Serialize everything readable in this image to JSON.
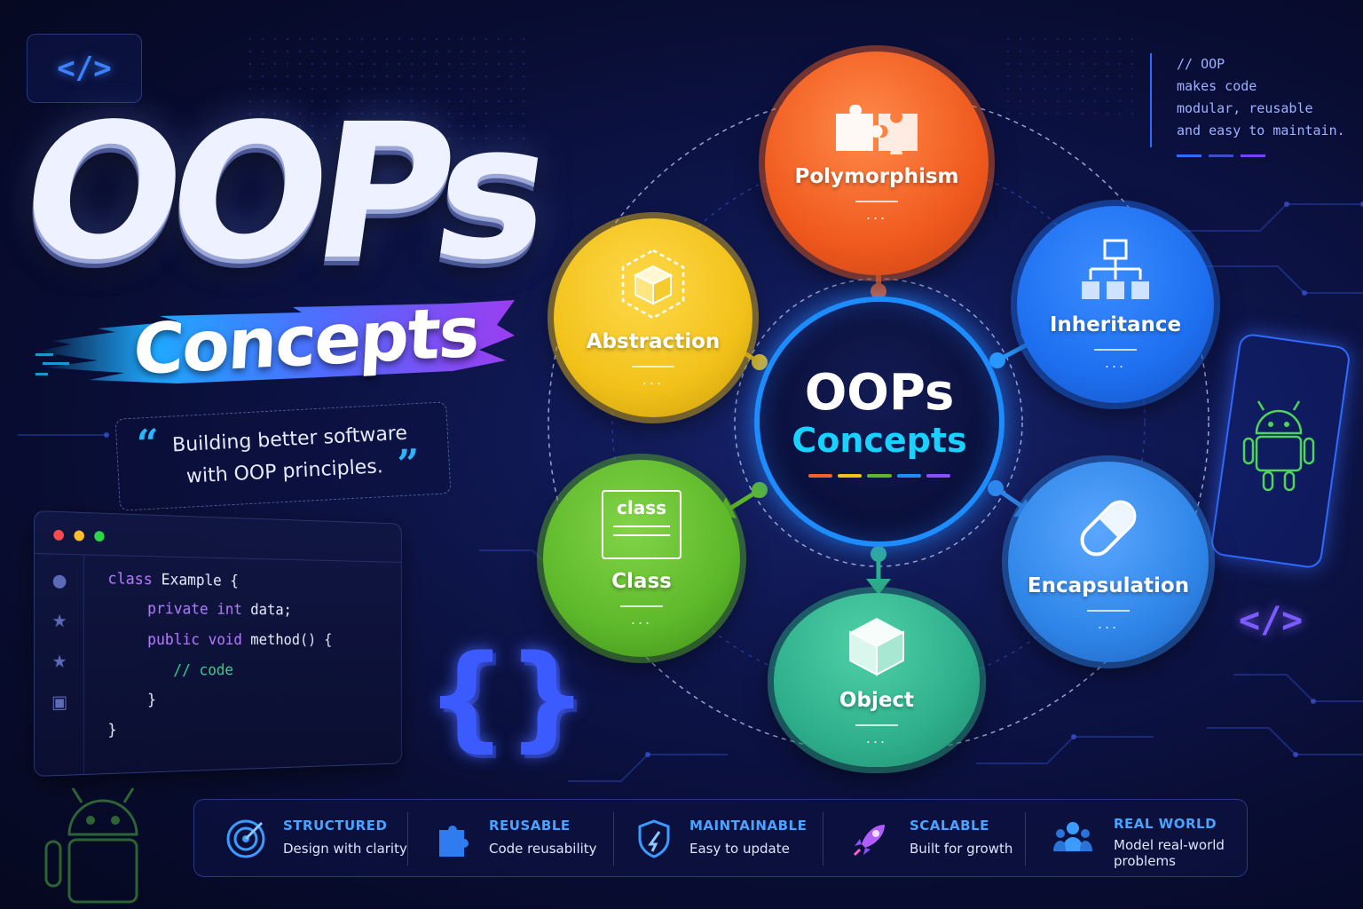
{
  "title": {
    "main": "OOPs",
    "sub": "Concepts"
  },
  "quote": {
    "open": "“",
    "line1": "Building better software",
    "line2": "with OOP principles.",
    "close": "”"
  },
  "code_tag": "</>",
  "code_tag_right": "</>",
  "braces": "{}",
  "editor": {
    "lines": [
      {
        "kw": "class",
        "rest": " Example {"
      },
      {
        "kw": "private",
        "type": " int",
        "rest": " data;"
      },
      {
        "kw": "public",
        "type": " void",
        "rest": " method() {"
      },
      {
        "comment": "// code"
      },
      {
        "rest": "}"
      },
      {
        "rest": "}"
      }
    ]
  },
  "comment": {
    "line1": "// OOP",
    "line2": "makes code",
    "line3": "modular, reusable",
    "line4": "and easy to maintain."
  },
  "center": {
    "title": "OOPs",
    "subtitle": "Concepts"
  },
  "nodes": {
    "polymorphism": {
      "label": "Polymorphism",
      "dots": "...",
      "icon": "puzzle-icon",
      "color": "#f4622a"
    },
    "inheritance": {
      "label": "Inheritance",
      "dots": "...",
      "icon": "hierarchy-icon",
      "color": "#1e6ff0"
    },
    "encapsulation": {
      "label": "Encapsulation",
      "dots": "...",
      "icon": "capsule-icon",
      "color": "#2f86e8"
    },
    "object": {
      "label": "Object",
      "dots": "...",
      "icon": "cube-icon",
      "color": "#2fb08c"
    },
    "class": {
      "label": "Class",
      "dots": "...",
      "icon": "class-card-icon",
      "icon_text": "class",
      "color": "#5db82a"
    },
    "abstraction": {
      "label": "Abstraction",
      "dots": "...",
      "icon": "hex-cube-icon",
      "color": "#f2c21a"
    }
  },
  "features": [
    {
      "title": "STRUCTURED",
      "sub": "Design with clarity",
      "icon": "target-icon",
      "color": "#4aa3ff"
    },
    {
      "title": "REUSABLE",
      "sub": "Code reusability",
      "icon": "puzzle-icon",
      "color": "#4aa3ff"
    },
    {
      "title": "MAINTAINABLE",
      "sub": "Easy to update",
      "icon": "shield-icon",
      "color": "#4aa3ff"
    },
    {
      "title": "SCALABLE",
      "sub": "Built for growth",
      "icon": "rocket-icon",
      "color": "#4aa3ff"
    },
    {
      "title": "REAL WORLD",
      "sub": "Model real-world problems",
      "icon": "users-icon",
      "color": "#4aa3ff"
    }
  ],
  "colors": {
    "accent_cyan": "#19d2ff",
    "accent_blue": "#1d8cff",
    "rainbow": [
      "#f4622a",
      "#f2c21a",
      "#5db82a",
      "#1d8cff",
      "#8a4dff"
    ]
  }
}
